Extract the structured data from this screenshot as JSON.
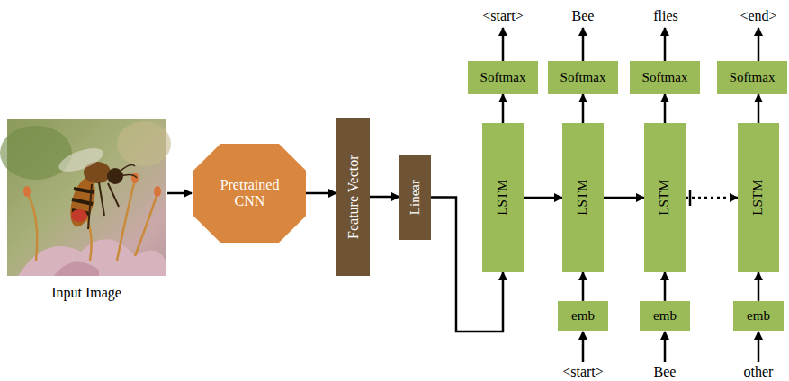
{
  "diagram": {
    "nodes": [
      {
        "text": [
          "Pretrained CNN"
        ]
      },
      {
        "text": [
          "Feature Vector"
        ]
      },
      {
        "text": [
          "Linear"
        ]
      },
      {
        "text": [
          "Softmax"
        ]
      },
      {
        "text": [
          "Softmax"
        ]
      },
      {
        "text": [
          "Softmax"
        ]
      },
      {
        "text": [
          "Softmax"
        ]
      },
      {
        "text": [
          "LSTM"
        ]
      },
      {
        "text": [
          "LSTM"
        ]
      },
      {
        "text": [
          "LSTM"
        ]
      },
      {
        "text": [
          "LSTM"
        ]
      },
      {
        "text": [
          "emb"
        ]
      },
      {
        "text": [
          "emb"
        ]
      },
      {
        "text": [
          "emb"
        ]
      }
    ],
    "edges": [
      {
        "from": 0,
        "to": 1,
        "arrow": "to"
      },
      {
        "from": 1,
        "to": 2,
        "arrow": "to"
      },
      {
        "from": 2,
        "to": 7,
        "arrow": "to"
      },
      {
        "from": 7,
        "to": 8,
        "arrow": "to"
      },
      {
        "from": 8,
        "to": 9,
        "arrow": "to"
      },
      {
        "from": 9,
        "to": 10,
        "arrow": "to"
      },
      {
        "from": 7,
        "to": 3,
        "arrow": "to"
      },
      {
        "from": 8,
        "to": 4,
        "arrow": "to"
      },
      {
        "from": 9,
        "to": 5,
        "arrow": "to"
      },
      {
        "from": 10,
        "to": 6,
        "arrow": "to"
      },
      {
        "from": 11,
        "to": 8,
        "arrow": "to"
      },
      {
        "from": 12,
        "to": 9,
        "arrow": "to"
      },
      {
        "from": 13,
        "to": 10,
        "arrow": "to"
      }
    ],
    "labels": [
      "<start>",
      "Bee",
      "flies",
      "<end>",
      "Input Image",
      "<start>",
      "Bee",
      "other"
    ]
  }
}
